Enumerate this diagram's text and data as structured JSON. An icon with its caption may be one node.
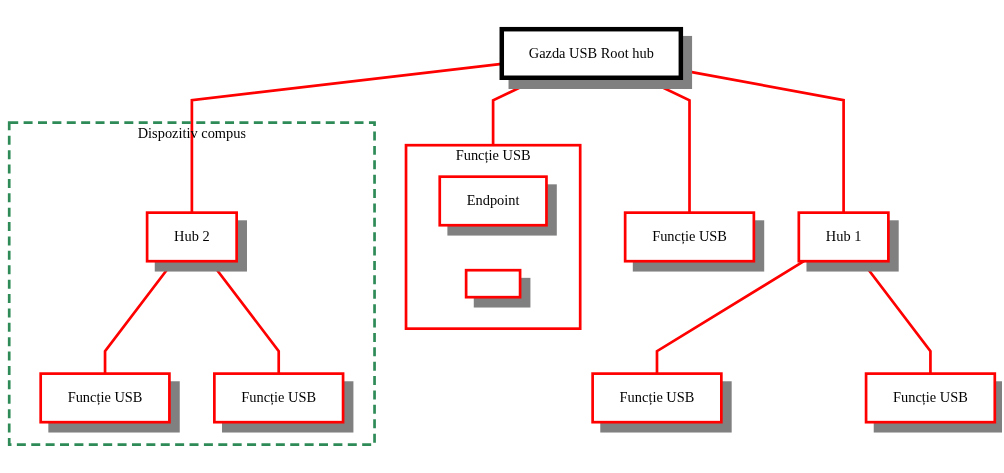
{
  "diagram": {
    "nodes": [
      {
        "text": [
          "Gazda USB Root hub"
        ]
      },
      {
        "text": [
          "Funcție USB"
        ]
      },
      {
        "text": [
          "Endpoint"
        ],
        "in": 1
      },
      {
        "text": [],
        "shape": "box",
        "in": 1
      },
      {
        "text": [
          "Hub 1"
        ]
      },
      {
        "text": [
          "Funcție USB"
        ]
      },
      {
        "text": [
          "Dispozitiv compus"
        ]
      },
      {
        "text": [
          "Hub 2"
        ],
        "in": 6
      },
      {
        "text": [
          "Funcție USB"
        ]
      },
      {
        "text": [
          "Funcție USB"
        ]
      },
      {
        "text": [
          "Funcție USB"
        ],
        "in": 6
      },
      {
        "text": [
          "Funcție USB"
        ],
        "in": 6
      }
    ],
    "edges": [
      {
        "from": 0,
        "to": 1,
        "arrow": "none"
      },
      {
        "from": 0,
        "to": 4,
        "arrow": "none"
      },
      {
        "from": 0,
        "to": 5,
        "arrow": "none"
      },
      {
        "from": 0,
        "to": 7,
        "arrow": "none"
      },
      {
        "from": 4,
        "to": 8,
        "arrow": "none"
      },
      {
        "from": 4,
        "to": 9,
        "arrow": "none"
      },
      {
        "from": 7,
        "to": 10,
        "arrow": "none"
      },
      {
        "from": 7,
        "to": 11,
        "arrow": "none"
      }
    ]
  }
}
